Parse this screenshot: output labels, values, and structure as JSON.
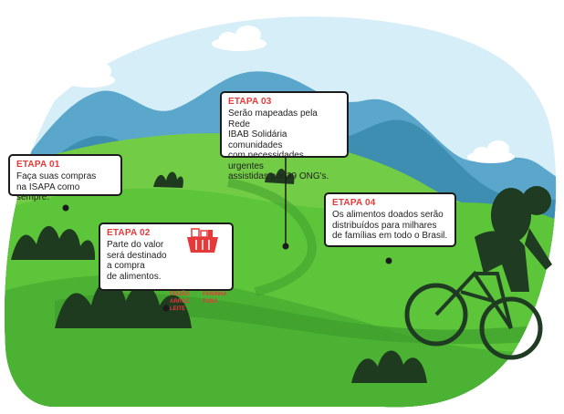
{
  "steps": [
    {
      "title": "ETAPA 01",
      "text": "Faça suas compras\nna ISAPA como sempre."
    },
    {
      "title": "ETAPA 02",
      "text": "Parte do valor\nserá destinado\na compra\nde alimentos."
    },
    {
      "title": "ETAPA 03",
      "text": "Serão mapeadas pela Rede\nIBAB Solidária comunidades\ncom necessidades urgentes\nassistidas por 39 ONG's."
    },
    {
      "title": "ETAPA 04",
      "text": "Os alimentos doados serão\ndistribuídos para milhares\nde famílias em todo o Brasil."
    }
  ],
  "foods": [
    "FEIJÃO",
    "FARINHA",
    "ARROZ",
    "FUBÁ",
    "LEITE"
  ],
  "icons": {
    "basket": "food-basket-icon",
    "cyclist": "cyclist-illustration"
  },
  "colors": {
    "accent": "#e63a3a",
    "grass": "#5cc53a",
    "grass_dark": "#3f9e2c",
    "mountain": "#3d8eb0",
    "sky": "#d6eef8"
  }
}
